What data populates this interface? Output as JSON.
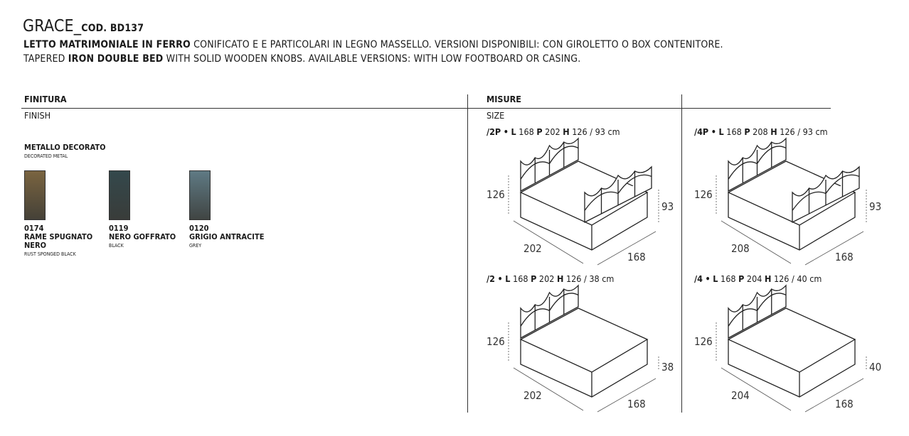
{
  "product": {
    "name": "GRACE_",
    "code": "COD. BD137"
  },
  "description": {
    "it_bold": "LETTO MATRIMONIALE IN FERRO",
    "it_rest": " CONIFICATO E E PARTICOLARI IN LEGNO MASSELLO. VERSIONI DISPONIBILI: CON GIROLETTO O BOX CONTENITORE.",
    "en_pre": "TAPERED ",
    "en_bold": "IRON DOUBLE BED",
    "en_rest": " WITH SOLID WOODEN KNOBS. AVAILABLE VERSIONS: WITH LOW FOOTBOARD OR CASING."
  },
  "finish": {
    "header": "FINITURA",
    "subheader": "FINISH",
    "category": "METALLO DECORATO",
    "category_en": "DECORATED METAL",
    "swatches": [
      {
        "code": "0174",
        "name": "RAME SPUGNATO NERO",
        "name_en": "RUST SPONGED BLACK",
        "color": "#7a6440"
      },
      {
        "code": "0119",
        "name": "NERO GOFFRATO",
        "name_en": "BLACK",
        "color": "#34484c"
      },
      {
        "code": "0120",
        "name": "GRIGIO ANTRACITE",
        "name_en": "GREY",
        "color": "#5f7a84"
      }
    ]
  },
  "sizes": {
    "header": "MISURE",
    "subheader": "SIZE",
    "items": [
      {
        "code": "/2P",
        "L_label": "L",
        "L": "168",
        "P_label": "P",
        "P": "202",
        "H_label": "H",
        "H": "126 / 93 cm",
        "dim_h": "126",
        "dim_side": "93",
        "dim_depth": "202",
        "dim_width": "168",
        "footboard": true
      },
      {
        "code": "/4P",
        "L_label": "L",
        "L": "168",
        "P_label": "P",
        "P": "208",
        "H_label": "H",
        "H": "126 / 93 cm",
        "dim_h": "126",
        "dim_side": "93",
        "dim_depth": "208",
        "dim_width": "168",
        "footboard": true
      },
      {
        "code": "/2",
        "L_label": "L",
        "L": "168",
        "P_label": "P",
        "P": "202",
        "H_label": "H",
        "H": "126 / 38 cm",
        "dim_h": "126",
        "dim_side": "38",
        "dim_depth": "202",
        "dim_width": "168",
        "footboard": false
      },
      {
        "code": "/4",
        "L_label": "L",
        "L": "168",
        "P_label": "P",
        "P": "204",
        "H_label": "H",
        "H": "126 / 40 cm",
        "dim_h": "126",
        "dim_side": "40",
        "dim_depth": "204",
        "dim_width": "168",
        "footboard": false
      }
    ]
  }
}
